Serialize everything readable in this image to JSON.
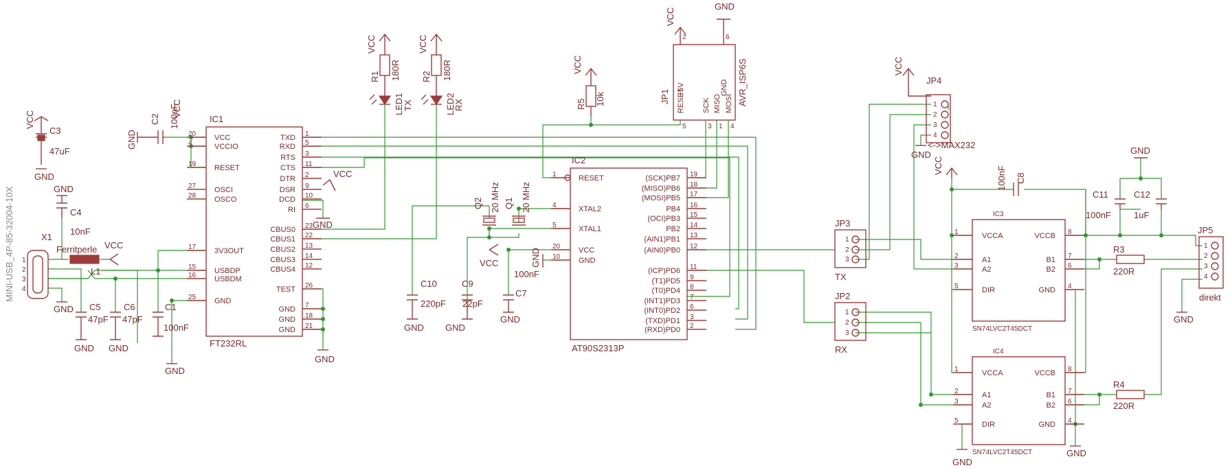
{
  "colors": {
    "wire": "#2e9a2e",
    "symbol": "#a13a3a",
    "text": "#7a2a2a"
  },
  "labels": {
    "vcc": "VCC",
    "gnd": "GND",
    "x1": "X1",
    "x1_part": "MINI-USB_4P-85-32004-10X",
    "ferrite": "Ferritperle",
    "l1": "L1",
    "c1": "C1",
    "c1v": "100nF",
    "c2": "C2",
    "c2v": "100nF",
    "c3": "C3",
    "c3v": "47uF",
    "c4": "C4",
    "c4v": "10nF",
    "c5": "C5",
    "c5v": "47pF",
    "c6": "C6",
    "c6v": "47pF",
    "c7": "C7",
    "c7v": "100nF",
    "c8": "C8",
    "c8v": "100nF",
    "c9": "C9",
    "c9v": "22pF",
    "c10": "C10",
    "c10v": "220pF",
    "c11": "C11",
    "c11v": "100nF",
    "c12": "C12",
    "c12v": "1uF",
    "ic1": "IC1",
    "ic1_part": "FT232RL",
    "ic2": "IC2",
    "ic2_part": "AT90S2313P",
    "ic3": "IC3",
    "ic3_part": "SN74LVC2T45DCT",
    "ic4": "IC4",
    "ic4_part": "SN74LVC2T45DCT",
    "r1": "R1",
    "r1v": "180R",
    "r2": "R2",
    "r2v": "180R",
    "r3": "R3",
    "r3v": "220R",
    "r4": "R4",
    "r4v": "220R",
    "r5": "R5",
    "r5v": "10k",
    "led1": "LED1",
    "led1t": "TX",
    "led2": "LED2",
    "led2t": "RX",
    "q1": "Q1",
    "q1v": "20 MHz",
    "q2": "Q2",
    "q2v": "20 MHz",
    "jp1": "JP1",
    "jp1_part": "AVR_ISP6S",
    "jp2": "JP2",
    "jp2t": "RX",
    "jp3": "JP3",
    "jp3t": "TX",
    "jp4": "JP4",
    "jp4t": "<->MAX232",
    "jp5": "JP5",
    "jp5t": "direkt"
  },
  "pins": {
    "ic1_left": [
      [
        "20",
        "VCC"
      ],
      [
        "4",
        "VCCIO"
      ],
      [
        "19",
        "RESET"
      ],
      [
        "27",
        "OSCI"
      ],
      [
        "28",
        "OSCO"
      ],
      [
        "17",
        "3V3OUT"
      ],
      [
        "15",
        "USBDP"
      ],
      [
        "16",
        "USBDM"
      ],
      [
        "25",
        "GND"
      ]
    ],
    "ic1_right": [
      [
        "1",
        "TXD"
      ],
      [
        "5",
        "RXD"
      ],
      [
        "3",
        "RTS"
      ],
      [
        "11",
        "CTS"
      ],
      [
        "2",
        "DTR"
      ],
      [
        "9",
        "DSR"
      ],
      [
        "10",
        "DCD"
      ],
      [
        "6",
        "RI"
      ],
      [
        "23",
        "CBUS0"
      ],
      [
        "22",
        "CBUS1"
      ],
      [
        "13",
        "CBUS2"
      ],
      [
        "14",
        "CBUS3"
      ],
      [
        "12",
        "CBUS4"
      ],
      [
        "26",
        "TEST"
      ],
      [
        "7",
        "GND"
      ],
      [
        "18",
        "GND"
      ],
      [
        "21",
        "GND"
      ]
    ],
    "ic2_left": [
      [
        "1",
        "RESET"
      ],
      [
        "4",
        "XTAL2"
      ],
      [
        "5",
        "XTAL1"
      ],
      [
        "20",
        "VCC"
      ],
      [
        "10",
        "GND"
      ]
    ],
    "ic2_right": [
      [
        "19",
        "(SCK)PB7"
      ],
      [
        "18",
        "(MISO)PB6"
      ],
      [
        "17",
        "(MOSI)PB5"
      ],
      [
        "16",
        "PB4"
      ],
      [
        "15",
        "(OCI)PB3"
      ],
      [
        "14",
        "PB2"
      ],
      [
        "13",
        "(AIN1)PB1"
      ],
      [
        "12",
        "(AIN0)PB0"
      ],
      [
        "11",
        "(ICP)PD6"
      ],
      [
        "9",
        "(T1)PD5"
      ],
      [
        "8",
        "(T0)PD4"
      ],
      [
        "7",
        "(INT1)PD3"
      ],
      [
        "6",
        "(INT0)PD2"
      ],
      [
        "3",
        "(TXD)PD1"
      ],
      [
        "2",
        "(RXD)PD0"
      ]
    ],
    "lvc_left": [
      [
        "1",
        "VCCA"
      ],
      [
        "2",
        "A1"
      ],
      [
        "3",
        "A2"
      ],
      [
        "5",
        "DIR"
      ]
    ],
    "lvc_right": [
      [
        "8",
        "VCCB"
      ],
      [
        "7",
        "B1"
      ],
      [
        "6",
        "B2"
      ],
      [
        "4",
        "GND"
      ]
    ],
    "jp1": [
      [
        "2",
        "+5V"
      ],
      [
        "6",
        "GND"
      ],
      [
        "5",
        "RESET"
      ],
      [
        "3",
        "SCK"
      ],
      [
        "1",
        "MISO"
      ],
      [
        "4",
        "MOSI"
      ]
    ]
  }
}
